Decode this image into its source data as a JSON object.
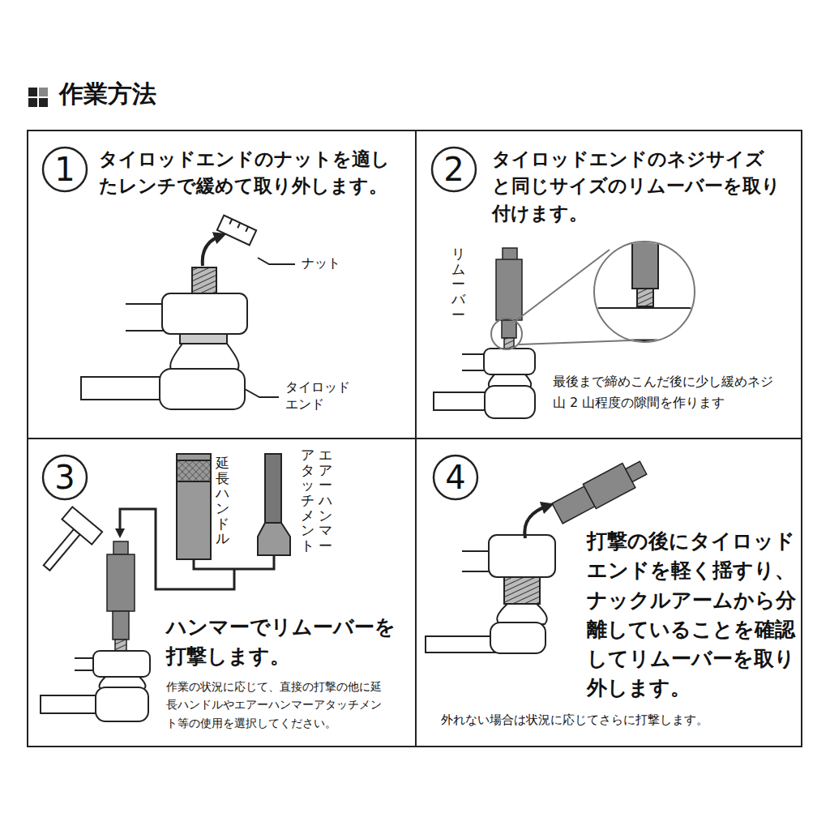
{
  "diagram": {
    "title": "作業方法",
    "nodes": [
      {
        "text": [
          "タイロッドエンドのナットを適したレンチで緩めて取り外します。"
        ]
      },
      {
        "text": [
          "1"
        ],
        "in": 0
      },
      {
        "text": [
          "タイロッドエンドのネジサイズと同じサイズのリムーバーを取り付けます。",
          "最後まで締めこんだ後に少し緩めネジ山 2 山程度の隙間を作ります"
        ]
      },
      {
        "text": [
          "2"
        ],
        "in": 2
      },
      {
        "text": [
          "ハンマーでリムーバーを打撃します。",
          "作業の状況に応じて、直接の打撃の他に延長ハンドルやエアーハンマーアタッチメント等の使用を選択してください。"
        ]
      },
      {
        "text": [
          "3"
        ],
        "in": 4
      },
      {
        "text": [
          "打撃の後にタイロッドエンドを軽く揺すり、ナックルアームから分離していることを確認してリムーバーを取り外します。",
          "外れない場合は状況に応じてさらに打撃します。"
        ]
      },
      {
        "text": [
          "4"
        ],
        "in": 6
      }
    ],
    "labels": [
      "ナット",
      "タイロッド エンド",
      "リムーバー",
      "延長ハンドル",
      "エアーハンマー",
      "アタッチメント"
    ]
  }
}
